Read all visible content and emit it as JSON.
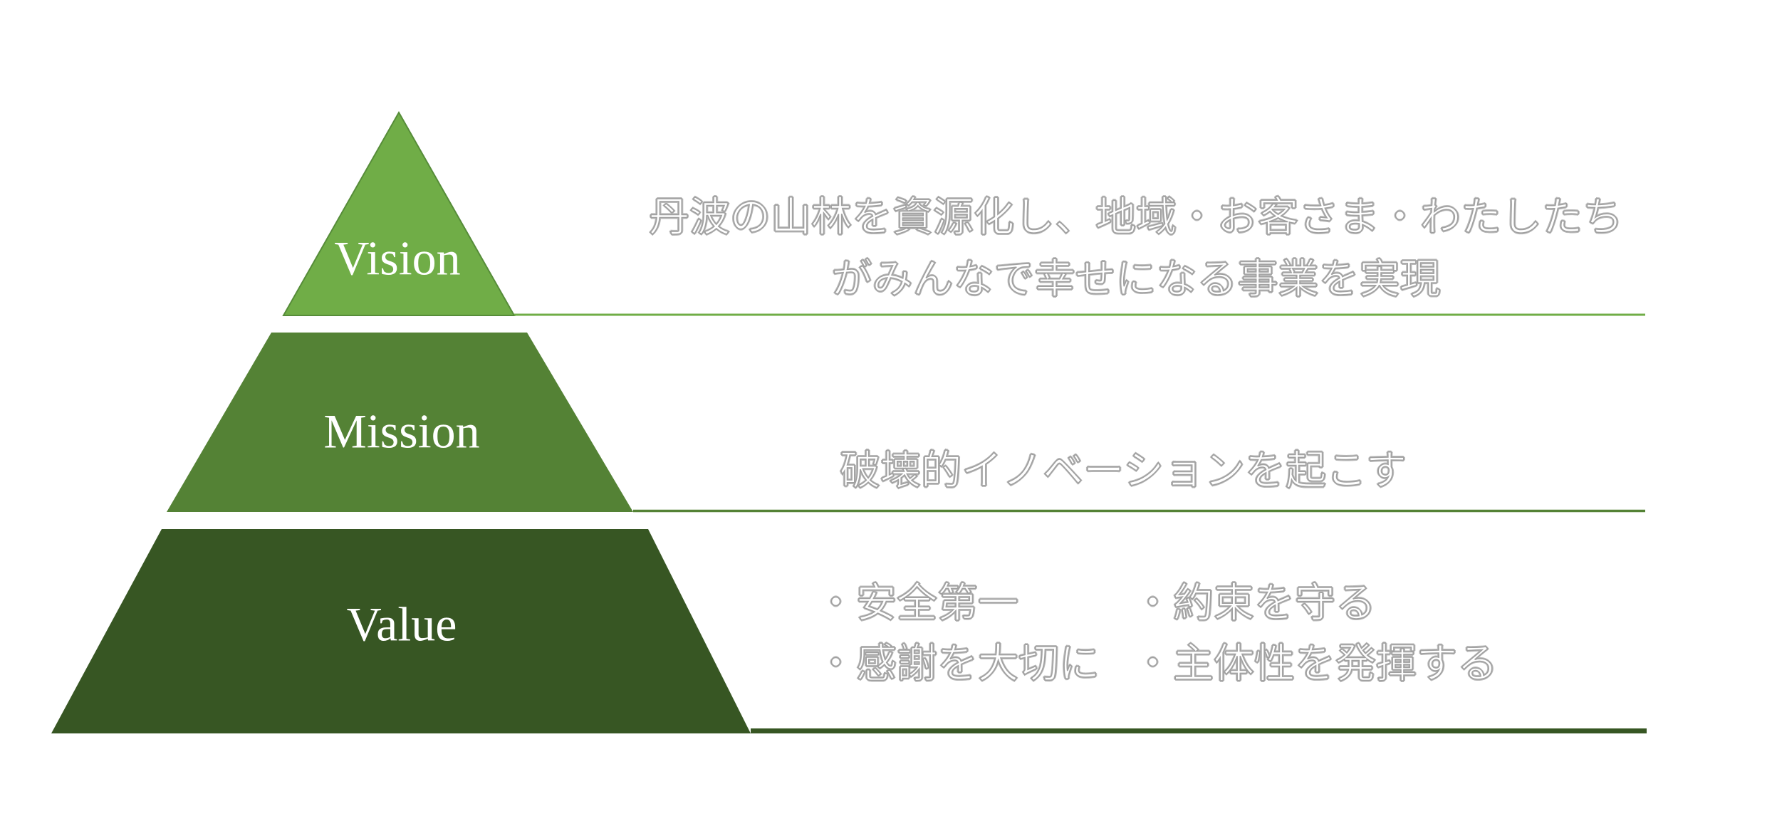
{
  "diagram": {
    "type": "pyramid",
    "levels": [
      {
        "label": "Vision",
        "color": "#70AD47",
        "description_lines": [
          "丹波の山林を資源化し、地域・お客さま・わたしたち",
          "がみんなで幸せになる事業を実現"
        ]
      },
      {
        "label": "Mission",
        "color": "#548235",
        "description_lines": [
          "破壊的イノベーションを起こす"
        ]
      },
      {
        "label": "Value",
        "color": "#375623",
        "items": [
          "・安全第一",
          "・約束を守る",
          "・感謝を大切に",
          "・主体性を発揮する"
        ]
      }
    ],
    "label_text_color": "#ffffff"
  }
}
